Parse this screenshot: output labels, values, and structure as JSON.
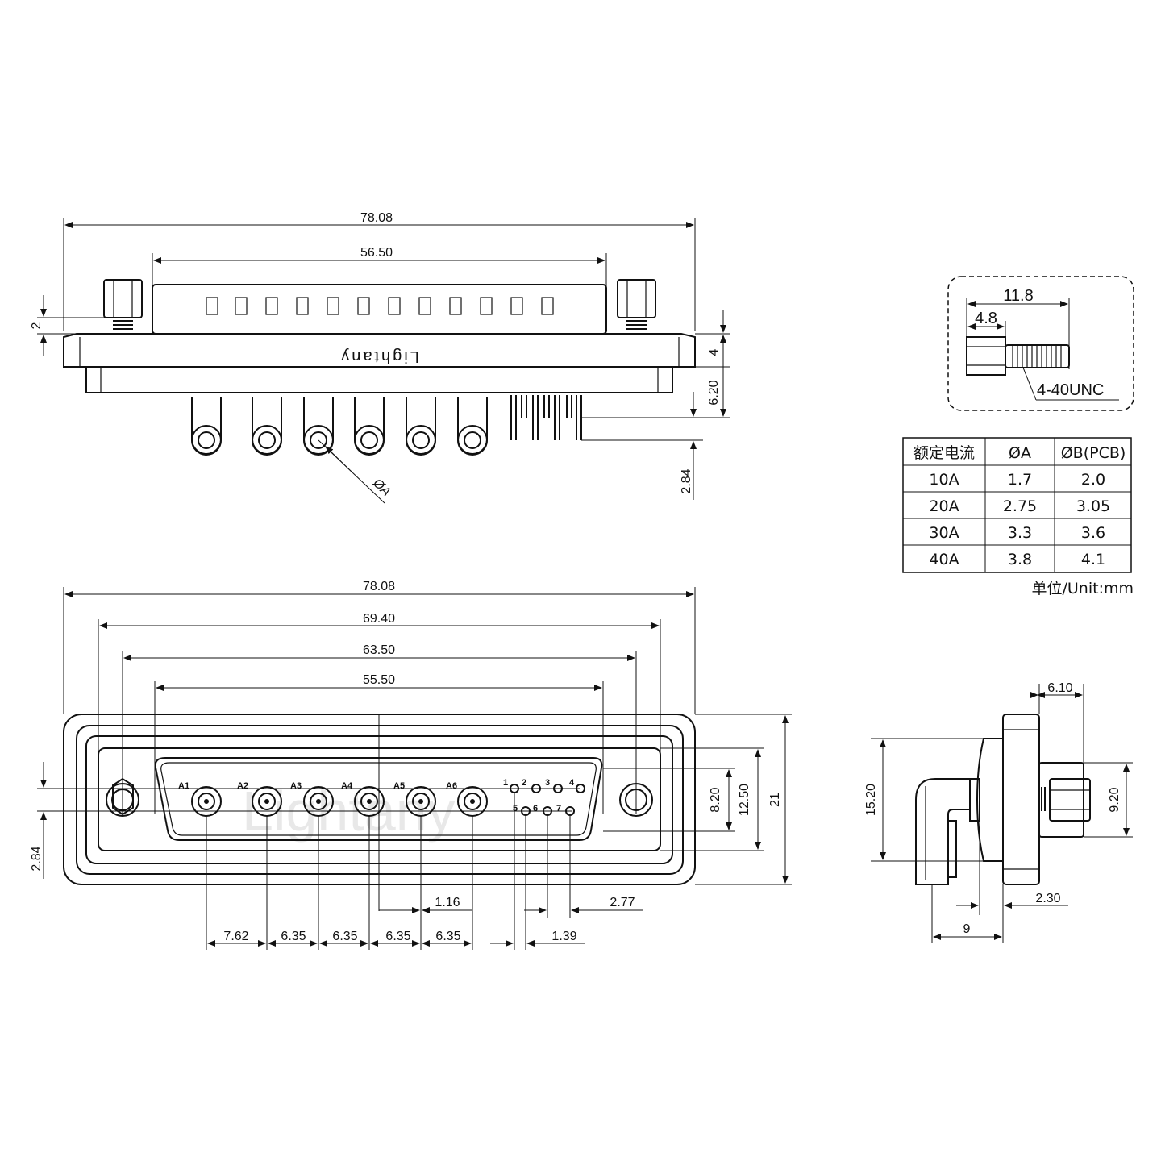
{
  "top_view": {
    "dim_total_width": "78.08",
    "dim_inner_width": "56.50",
    "dim_left_2": "2",
    "dim_right_4": "4",
    "dim_right_620": "6.20",
    "dim_right_284": "2.84",
    "dim_diameter": "ØA",
    "brand": "Lightany"
  },
  "front_view": {
    "dim_7808": "78.08",
    "dim_6940": "69.40",
    "dim_6350": "63.50",
    "dim_5550": "55.50",
    "dim_820": "8.20",
    "dim_1250": "12.50",
    "dim_21": "21",
    "dim_284": "2.84",
    "dim_116": "1.16",
    "dim_277": "2.77",
    "dim_762": "7.62",
    "dim_635": [
      "6.35",
      "6.35",
      "6.35",
      "6.35"
    ],
    "dim_139": "1.39",
    "power_labels": [
      "A1",
      "A2",
      "A3",
      "A4",
      "A5",
      "A6"
    ],
    "signal_labels": [
      "1",
      "2",
      "3",
      "4",
      "5",
      "6",
      "7"
    ]
  },
  "screw_detail": {
    "dim_118": "11.8",
    "dim_48": "4.8",
    "thread": "4-40UNC"
  },
  "spec_table": {
    "headers": [
      "额定电流",
      "ØA",
      "ØB(PCB)"
    ],
    "rows": [
      [
        "10A",
        "1.7",
        "2.0"
      ],
      [
        "20A",
        "2.75",
        "3.05"
      ],
      [
        "30A",
        "3.3",
        "3.6"
      ],
      [
        "40A",
        "3.8",
        "4.1"
      ]
    ],
    "unit": "单位/Unit:mm"
  },
  "side_view": {
    "dim_610": "6.10",
    "dim_1520": "15.20",
    "dim_920": "9.20",
    "dim_230": "2.30",
    "dim_9": "9"
  }
}
